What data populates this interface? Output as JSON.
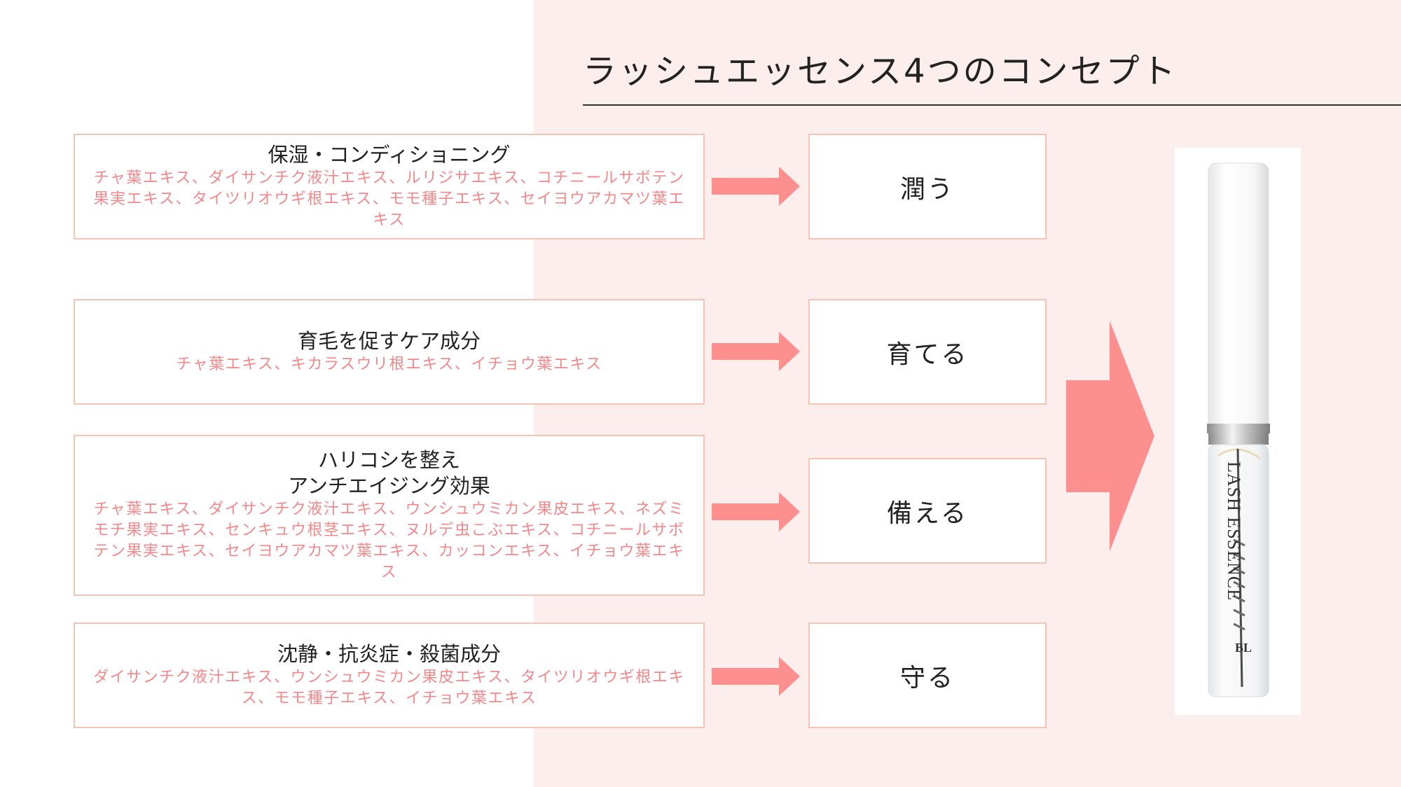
{
  "title": "ラッシュエッセンス4つのコンセプト",
  "concepts": [
    {
      "heading": "保湿・コンディショニング",
      "ingredients": "チャ葉エキス、ダイサンチク液汁エキス、ルリジサエキス、コチニールサボテン果実エキス、タイツリオウギ根エキス、モモ種子エキス、セイヨウアカマツ葉エキス",
      "effect": "潤う"
    },
    {
      "heading": "育毛を促すケア成分",
      "ingredients": "チャ葉エキス、キカラスウリ根エキス、イチョウ葉エキス",
      "effect": "育てる"
    },
    {
      "heading": "ハリコシを整え\nアンチエイジング効果",
      "ingredients": "チャ葉エキス、ダイサンチク液汁エキス、ウンシュウミカン果皮エキス、ネズミモチ果実エキス、センキュウ根茎エキス、ヌルデ虫こぶエキス、コチニールサボテン果実エキス、セイヨウアカマツ葉エキス、カッコンエキス、イチョウ葉エキス",
      "effect": "備える"
    },
    {
      "heading": "沈静・抗炎症・殺菌成分",
      "ingredients": "ダイサンチク液汁エキス、ウンシュウミカン果皮エキス、タイツリオウギ根エキス、モモ種子エキス、イチョウ葉エキス",
      "effect": "守る"
    }
  ],
  "product": {
    "name": "LASH ESSENCE",
    "brand": "BL"
  },
  "colors": {
    "accent": "#fe8f8f",
    "ingredient_text": "#f3888a",
    "box_border": "#f7c4b3",
    "right_background": "#fdeeee"
  },
  "icons": {
    "row_arrow": "right-arrow-icon",
    "big_arrow": "big-right-arrow-icon"
  }
}
